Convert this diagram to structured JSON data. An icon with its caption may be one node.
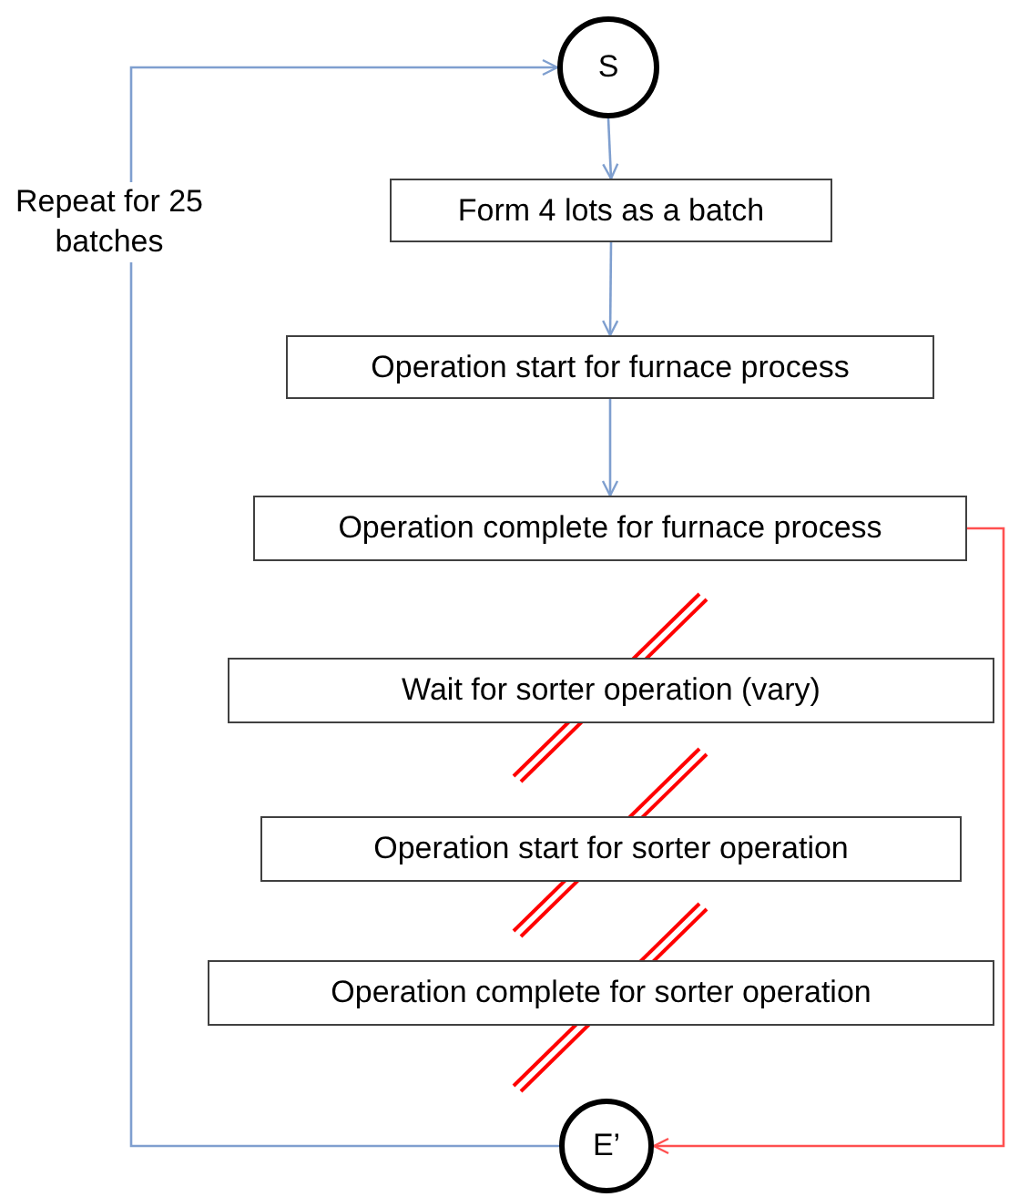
{
  "diagram": {
    "nodes": [
      {
        "text": [
          "S"
        ]
      },
      {
        "text": [
          "Form 4 lots as a batch"
        ]
      },
      {
        "text": [
          "Operation start for furnace process"
        ]
      },
      {
        "text": [
          "Operation complete for furnace process"
        ]
      },
      {
        "text": [
          "Wait for sorter operation (vary)"
        ]
      },
      {
        "text": [
          "Operation start for sorter operation"
        ]
      },
      {
        "text": [
          "Operation complete for sorter operation"
        ]
      },
      {
        "text": [
          "E’"
        ]
      }
    ],
    "edges": [
      {
        "from": 0,
        "to": 1,
        "arrow": "to"
      },
      {
        "from": 1,
        "to": 2,
        "arrow": "to"
      },
      {
        "from": 2,
        "to": 3,
        "arrow": "to"
      },
      {
        "from": 3,
        "to": 7,
        "arrow": "to",
        "color": "#ff5050"
      },
      {
        "from": 7,
        "to": 0,
        "arrow": "to",
        "label": "Repeat for 25 batches"
      }
    ]
  }
}
